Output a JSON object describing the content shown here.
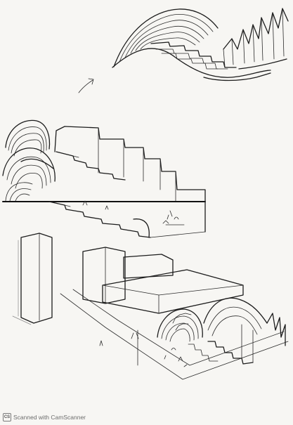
{
  "sketch": {
    "subject": "hand-drawn architectural sketch of stepped terraces with curved ribbed canopies"
  },
  "watermark": {
    "logo_text": "CS",
    "text": "Scanned with CamScanner"
  }
}
